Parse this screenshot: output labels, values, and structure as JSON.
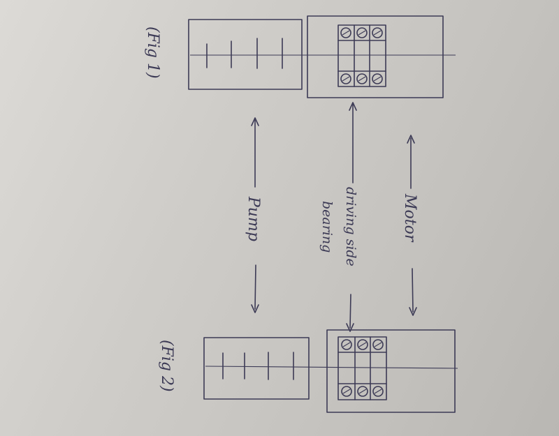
{
  "labels": {
    "fig1": "(Fig 1)",
    "fig2": "(Fig 2)",
    "motor": "Motor",
    "driving_side": "driving side",
    "bearing": "bearing",
    "pump": "Pump"
  },
  "ink_color": "#3c3a55"
}
